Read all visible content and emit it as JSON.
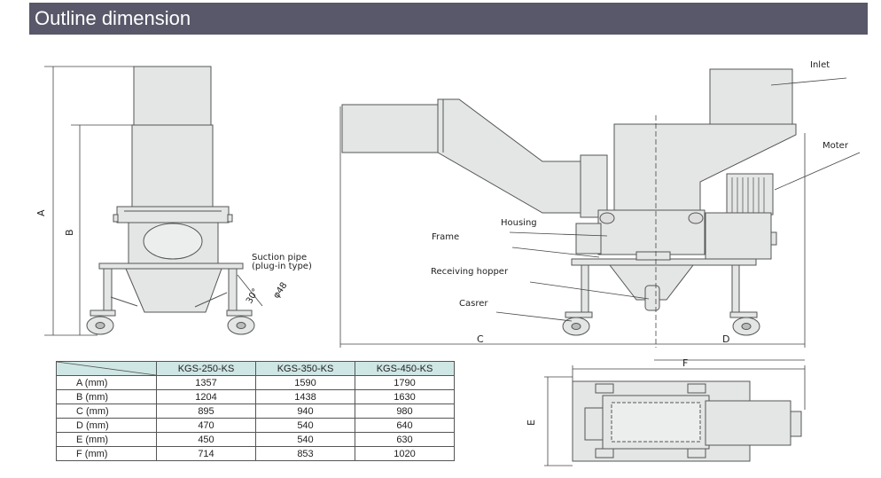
{
  "header": {
    "title": "Outline dimension"
  },
  "labels": {
    "inlet": "Inlet",
    "moter": "Moter",
    "housing": "Housing",
    "frame": "Frame",
    "receiving_hopper": "Receiving hopper",
    "casrer": "Casrer",
    "suction_pipe": "Suction pipe",
    "plug_in_type": "(plug-in type)",
    "angle": "30°",
    "diameter": "φ48",
    "dim_A": "A",
    "dim_B": "B",
    "dim_C": "C",
    "dim_D": "D",
    "dim_E": "E",
    "dim_F": "F"
  },
  "table": {
    "columns": [
      "KGS-250-KS",
      "KGS-350-KS",
      "KGS-450-KS"
    ],
    "rows": [
      {
        "label": "A (mm)",
        "values": [
          "1357",
          "1590",
          "1790"
        ]
      },
      {
        "label": "B (mm)",
        "values": [
          "1204",
          "1438",
          "1630"
        ]
      },
      {
        "label": "C (mm)",
        "values": [
          "895",
          "940",
          "980"
        ]
      },
      {
        "label": "D (mm)",
        "values": [
          "470",
          "540",
          "640"
        ]
      },
      {
        "label": "E (mm)",
        "values": [
          "450",
          "540",
          "630"
        ]
      },
      {
        "label": "F (mm)",
        "values": [
          "714",
          "853",
          "1020"
        ]
      }
    ]
  },
  "colors": {
    "header_bg": "#58586a",
    "table_header_bg": "#cfe7e4",
    "machine_fill": "#e4e6e6"
  }
}
